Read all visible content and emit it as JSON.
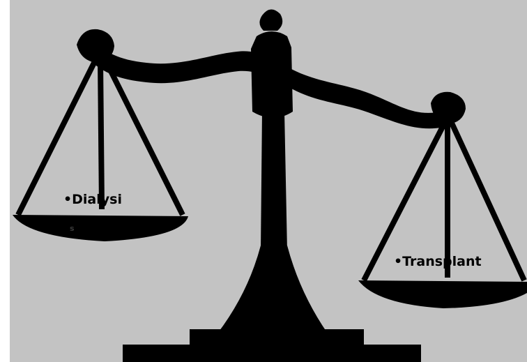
{
  "colors": {
    "background": "#c3c3c3",
    "frame_edge": "#ffffff",
    "scale": "#000000",
    "text": "#000000"
  },
  "labels": {
    "left_pan": "•Dialysi",
    "left_pan_wrap": "s",
    "right_pan": "•Transplant"
  }
}
